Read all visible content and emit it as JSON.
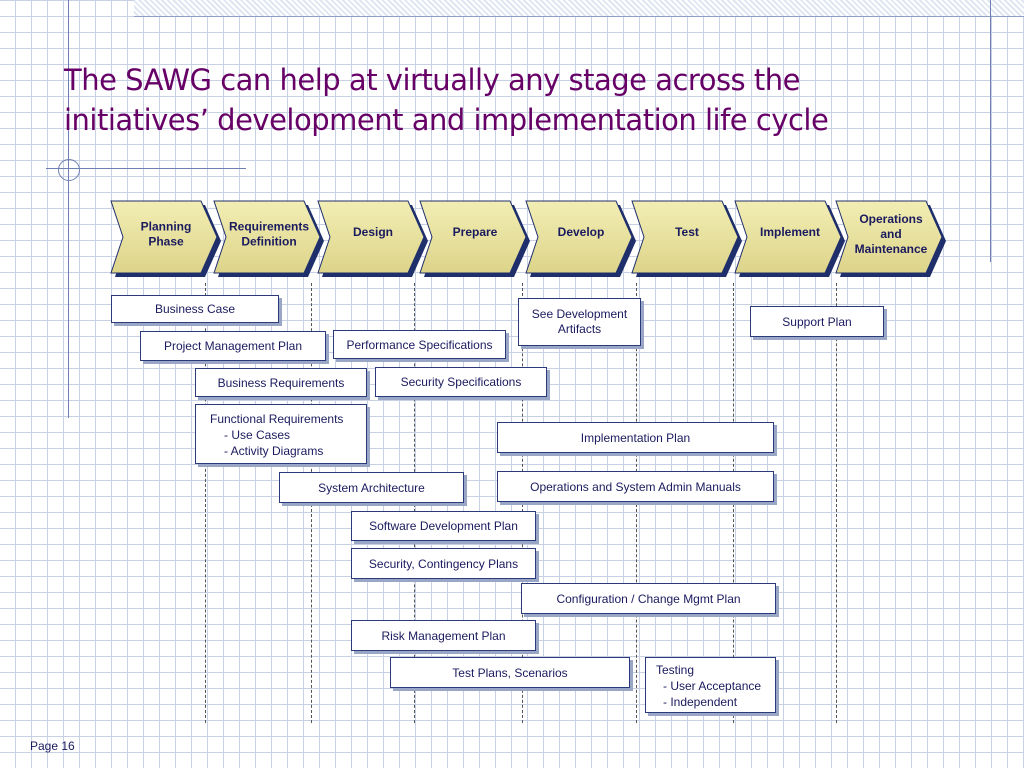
{
  "slide": {
    "title_line1": "The SAWG can help at virtually any stage across the",
    "title_line2": "initiatives’ development and implementation life cycle",
    "page_label": "Page 16"
  },
  "phases": [
    {
      "lines": [
        "Planning",
        "Phase"
      ]
    },
    {
      "lines": [
        "Requirements",
        "Definition"
      ]
    },
    {
      "lines": [
        "Design"
      ]
    },
    {
      "lines": [
        "Prepare"
      ]
    },
    {
      "lines": [
        "Develop"
      ]
    },
    {
      "lines": [
        "Test"
      ]
    },
    {
      "lines": [
        "Implement"
      ]
    },
    {
      "lines": [
        "Operations",
        "and",
        "Maintenance"
      ]
    }
  ],
  "colors": {
    "title": "#660066",
    "phase_fill": "#ede8a0",
    "phase_border": "#1f2f6b",
    "text": "#1a1a5e"
  },
  "deliverables": {
    "business_case": "Business Case",
    "project_management_plan": "Project Management Plan",
    "business_requirements": "Business Requirements",
    "functional_requirements": {
      "heading": "Functional Requirements",
      "items": [
        "- Use Cases",
        "- Activity Diagrams"
      ]
    },
    "system_architecture": "System Architecture",
    "performance_specifications": "Performance Specifications",
    "security_specifications": "Security Specifications",
    "software_development_plan": "Software Development Plan",
    "security_contingency_plans": "Security, Contingency Plans",
    "risk_management_plan": "Risk Management Plan",
    "test_plans_scenarios": "Test Plans, Scenarios",
    "see_development_artifacts": [
      "See Development",
      "Artifacts"
    ],
    "implementation_plan": "Implementation Plan",
    "ops_system_admin_manuals": "Operations and System Admin Manuals",
    "configuration_change_mgmt_plan": "Configuration / Change Mgmt Plan",
    "testing": {
      "heading": "Testing",
      "items": [
        "- User Acceptance",
        "- Independent"
      ]
    },
    "support_plan": "Support Plan"
  }
}
